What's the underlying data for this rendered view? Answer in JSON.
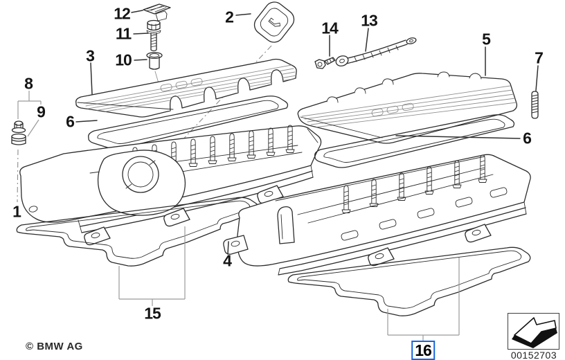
{
  "diagram": {
    "kind": "exploded-parts-drawing",
    "subject": "engine cylinder head covers with gaskets and mounting hardware",
    "copyright": "© BMW AG",
    "drawing_number": "00152703",
    "selected_callout": "16",
    "colors": {
      "background": "#ffffff",
      "line_art": "#2b2b2b",
      "leader_lines": "#9a9a9a",
      "highlight": "#1565e0"
    },
    "icons": {
      "thumbnail": "arrow-3d-down-left-icon"
    },
    "callouts": {
      "c1": {
        "label": "1"
      },
      "c2": {
        "label": "2"
      },
      "c3": {
        "label": "3"
      },
      "c4": {
        "label": "4"
      },
      "c5": {
        "label": "5"
      },
      "c6": {
        "label": "6"
      },
      "c7": {
        "label": "7"
      },
      "c8": {
        "label": "8"
      },
      "c9": {
        "label": "9"
      },
      "c10": {
        "label": "10"
      },
      "c11": {
        "label": "11"
      },
      "c12": {
        "label": "12"
      },
      "c13": {
        "label": "13"
      },
      "c14": {
        "label": "14"
      },
      "c15": {
        "label": "15"
      },
      "c16": {
        "label": "16"
      }
    }
  }
}
